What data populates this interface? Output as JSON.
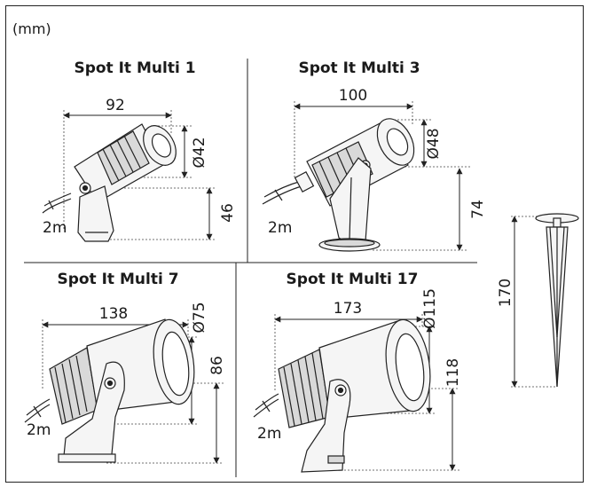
{
  "unit_label": "(mm)",
  "products": [
    {
      "title": "Spot It Multi 1",
      "width": "92",
      "diameter": "Ø42",
      "height": "46",
      "cable": "2m"
    },
    {
      "title": "Spot It Multi 3",
      "width": "100",
      "diameter": "Ø48",
      "height": "74",
      "cable": "2m"
    },
    {
      "title": "Spot It Multi 7",
      "width": "138",
      "diameter": "Ø75",
      "height": "86",
      "cable": "2m"
    },
    {
      "title": "Spot It Multi 17",
      "width": "173",
      "diameter": "Ø115",
      "height": "118",
      "cable": "2m"
    }
  ],
  "spike": {
    "height": "170"
  },
  "colors": {
    "line": "#222222",
    "guide": "#444444",
    "fixture_fill": "#f5f5f5",
    "rib_fill": "#d9d9d9"
  }
}
